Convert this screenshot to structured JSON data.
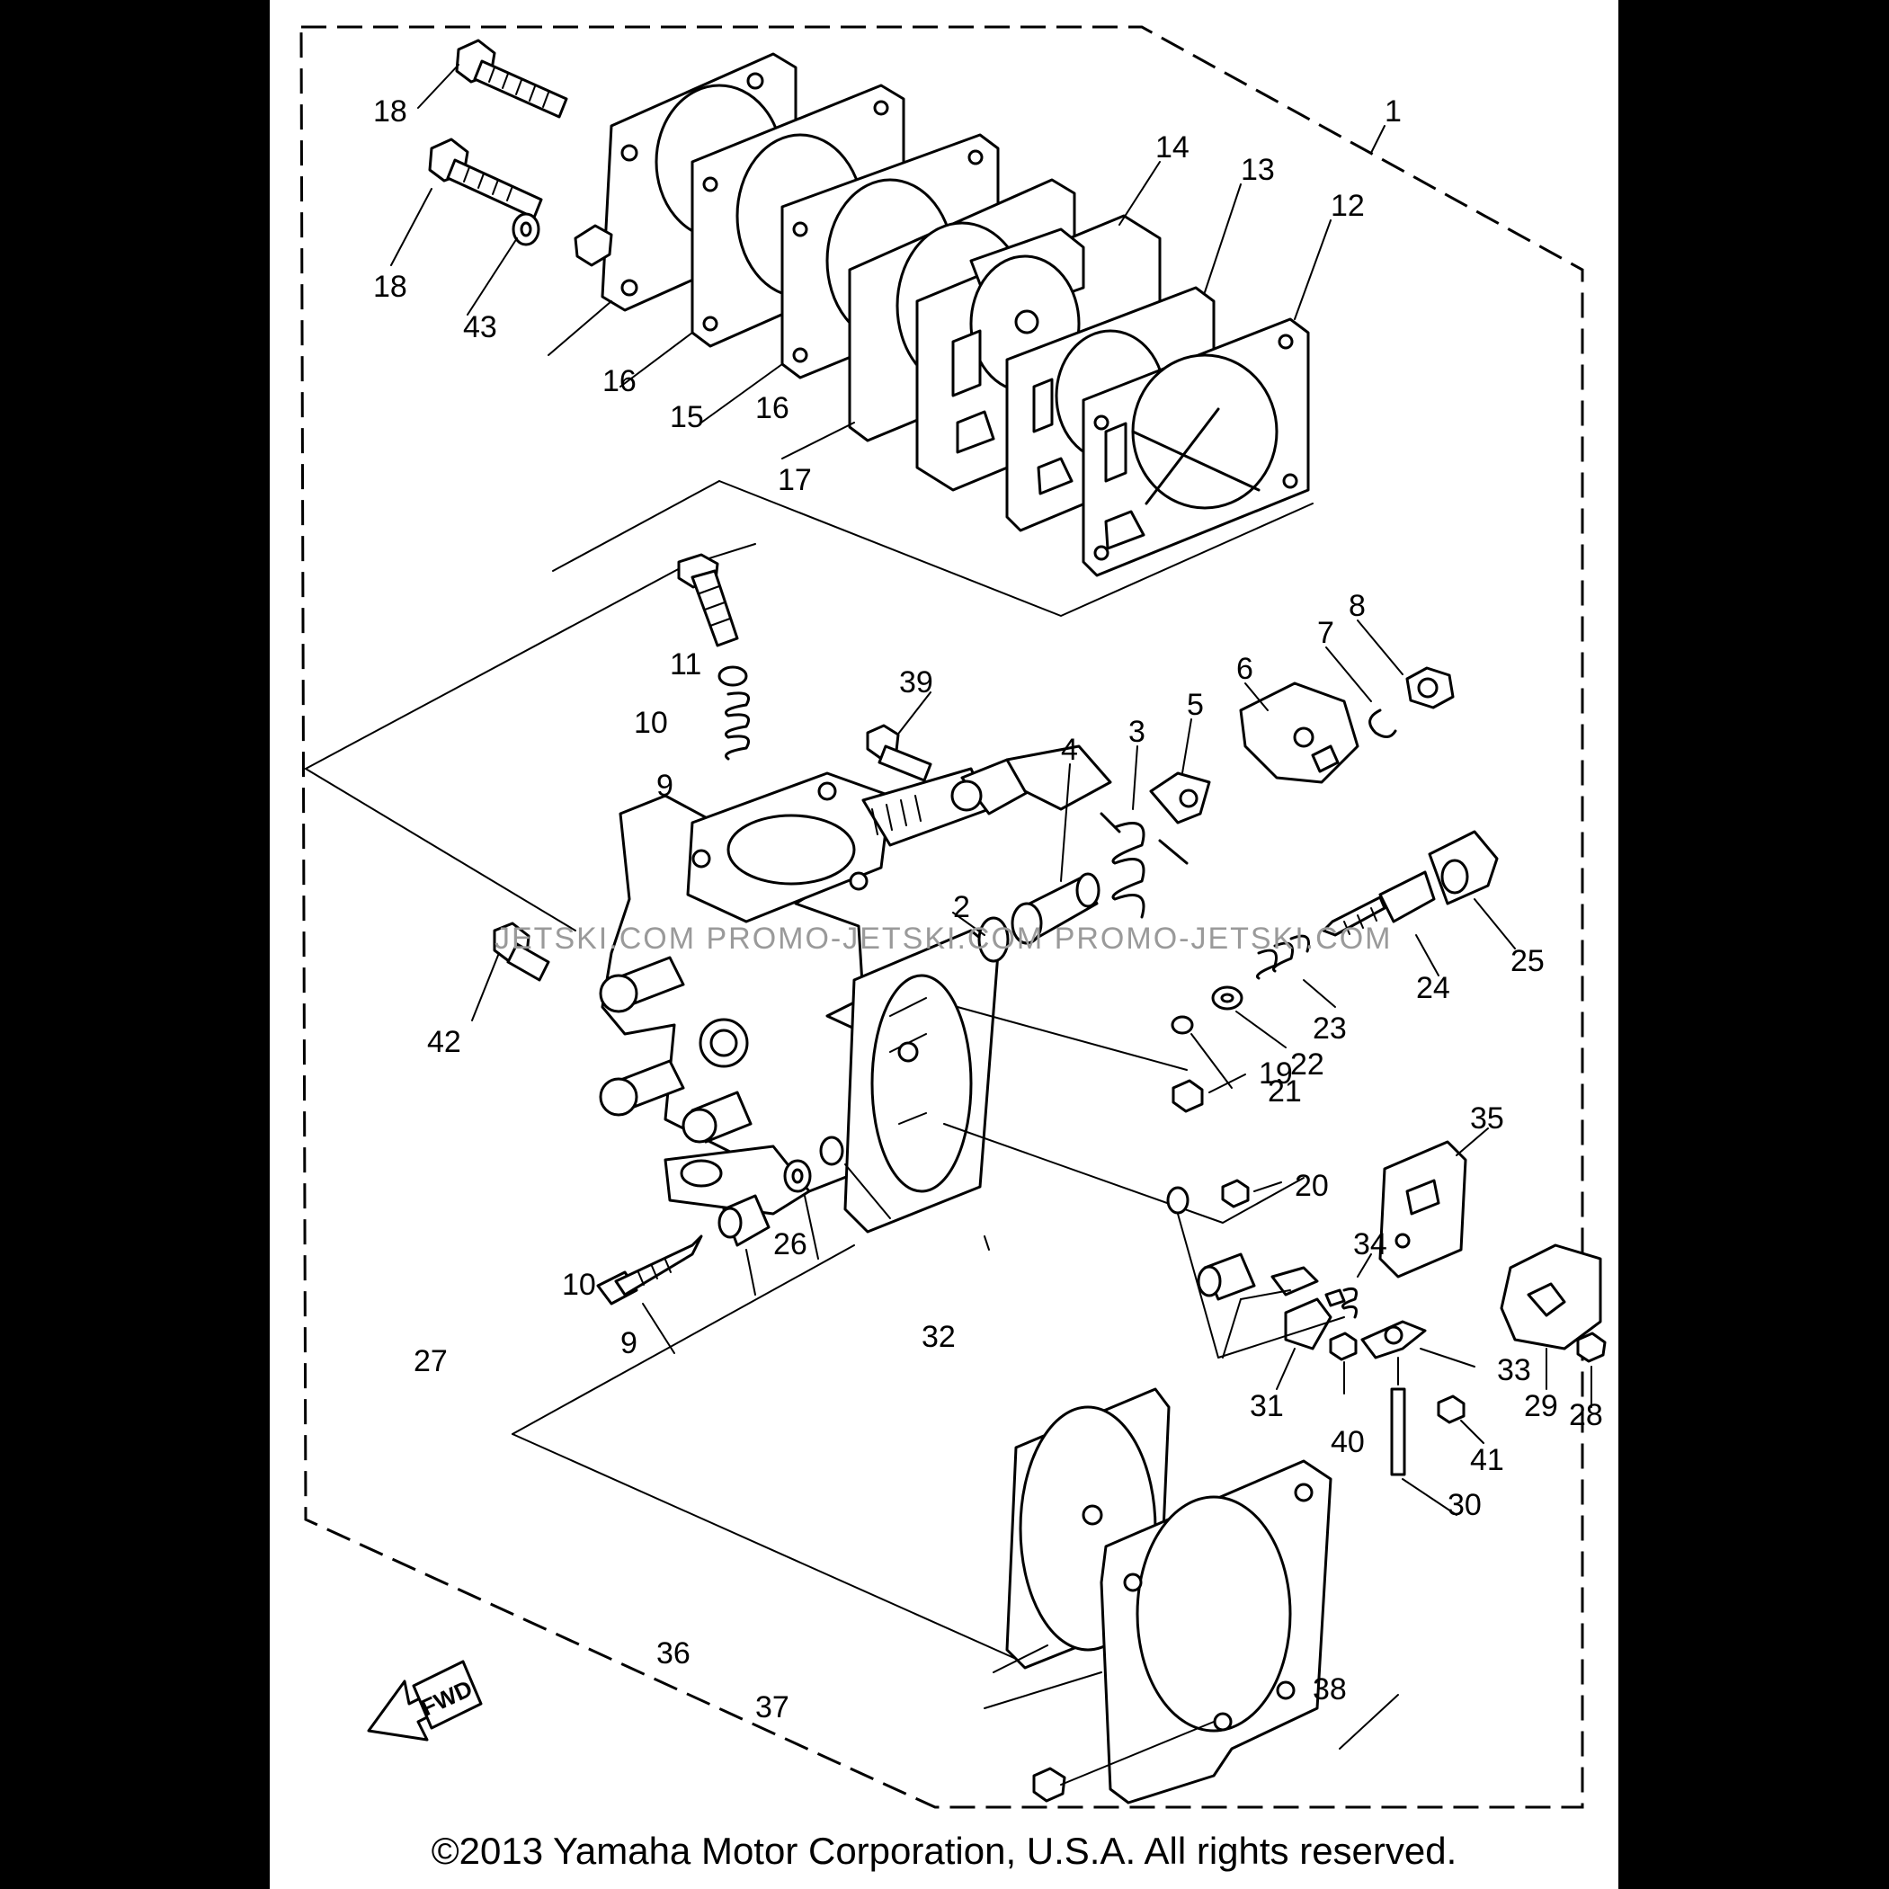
{
  "labels": [
    "1",
    "2",
    "3",
    "4",
    "5",
    "6",
    "7",
    "8",
    "9",
    "10",
    "11",
    "12",
    "13",
    "14",
    "15",
    "16",
    "17",
    "18",
    "19",
    "20",
    "21",
    "22",
    "23",
    "24",
    "25",
    "26",
    "27",
    "28",
    "29",
    "30",
    "31",
    "32",
    "33",
    "34",
    "35",
    "36",
    "37",
    "38",
    "39",
    "40",
    "41",
    "42",
    "43"
  ],
  "copyright": "©2013 Yamaha Motor Corporation, U.S.A. All rights reserved.",
  "watermark": "JETSKI.COM   PROMO-JETSKI.COM   PROMO-JETSKI.COM",
  "fwd_label": "FWD"
}
